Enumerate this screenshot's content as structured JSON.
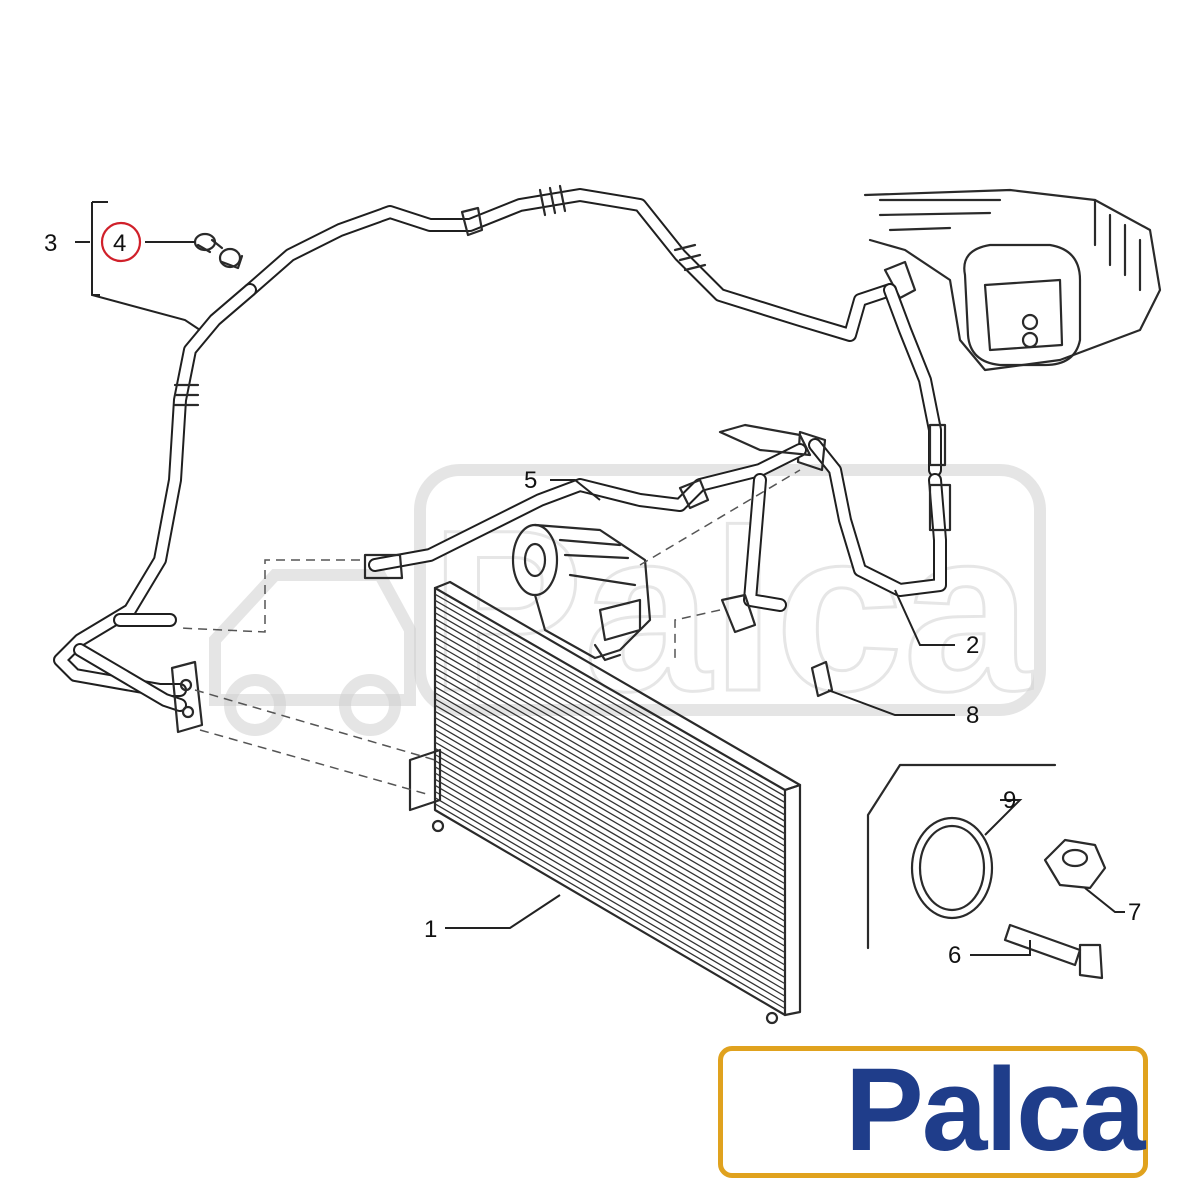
{
  "diagram": {
    "callouts": [
      {
        "id": "c1",
        "label": "1"
      },
      {
        "id": "c2",
        "label": "2"
      },
      {
        "id": "c3",
        "label": "3"
      },
      {
        "id": "c4",
        "label": "4"
      },
      {
        "id": "c5",
        "label": "5"
      },
      {
        "id": "c6",
        "label": "6"
      },
      {
        "id": "c7",
        "label": "7"
      },
      {
        "id": "c8",
        "label": "8"
      },
      {
        "id": "c9",
        "label": "9"
      }
    ],
    "highlighted_callout": "4",
    "highlight_color": "#d0202a"
  },
  "logo": {
    "text": "Palca",
    "text_color": "#1f3d8a",
    "accent_color": "#e0a21e"
  }
}
